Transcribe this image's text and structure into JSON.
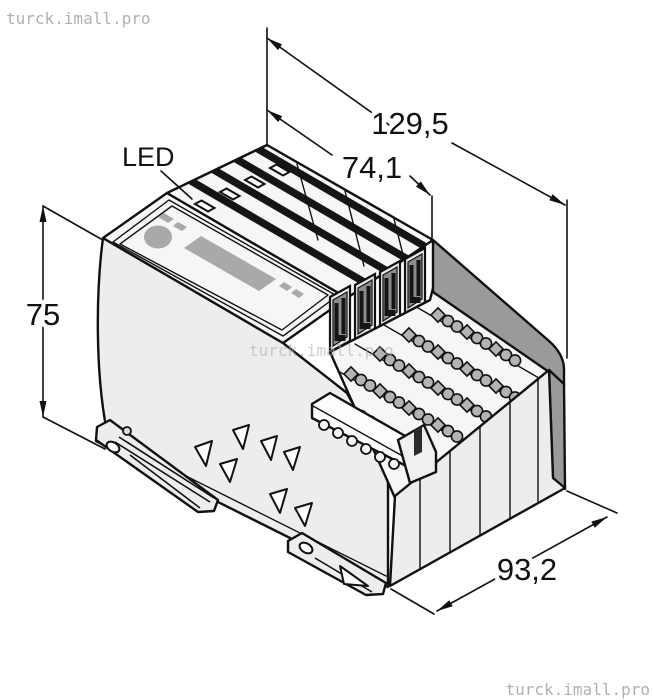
{
  "watermark": {
    "text": "turck.imall.pro"
  },
  "annotations": {
    "led_label": "LED",
    "dim_overall_width": "129,5",
    "dim_module_width": "74,1",
    "dim_height": "75",
    "dim_depth": "93,2"
  },
  "colors": {
    "outline": "#111111",
    "body_light": "#ededed",
    "panel_white": "#f6f6f6",
    "detail_gray": "#a9a9a9",
    "band_gray": "#9a9a9a",
    "recess_gray": "#8c8c8c",
    "terminal_gray": "#b3b3b3",
    "watermark_gray": "#b0b0b0",
    "dimension_text": "#111111"
  }
}
